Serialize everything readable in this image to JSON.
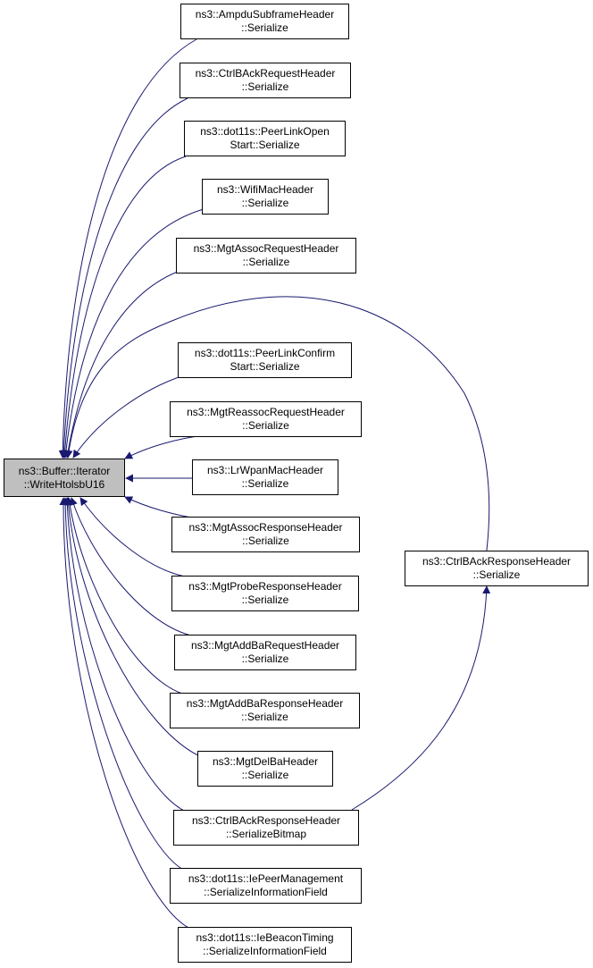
{
  "colors": {
    "edge": "#191970",
    "root_fill": "#bfbfbf",
    "node_fill": "#ffffff",
    "border": "#000000"
  },
  "root": {
    "line1": "ns3::Buffer::Iterator",
    "line2": "::WriteHtolsbU16"
  },
  "callers": [
    {
      "line1": "ns3::AmpduSubframeHeader",
      "line2": "::Serialize"
    },
    {
      "line1": "ns3::CtrlBAckRequestHeader",
      "line2": "::Serialize"
    },
    {
      "line1": "ns3::dot11s::PeerLinkOpen",
      "line2": "Start::Serialize"
    },
    {
      "line1": "ns3::WifiMacHeader",
      "line2": "::Serialize"
    },
    {
      "line1": "ns3::MgtAssocRequestHeader",
      "line2": "::Serialize"
    },
    {
      "line1": "ns3::dot11s::PeerLinkConfirm",
      "line2": "Start::Serialize"
    },
    {
      "line1": "ns3::MgtReassocRequestHeader",
      "line2": "::Serialize"
    },
    {
      "line1": "ns3::LrWpanMacHeader",
      "line2": "::Serialize"
    },
    {
      "line1": "ns3::MgtAssocResponseHeader",
      "line2": "::Serialize"
    },
    {
      "line1": "ns3::MgtProbeResponseHeader",
      "line2": "::Serialize"
    },
    {
      "line1": "ns3::MgtAddBaRequestHeader",
      "line2": "::Serialize"
    },
    {
      "line1": "ns3::MgtAddBaResponseHeader",
      "line2": "::Serialize"
    },
    {
      "line1": "ns3::MgtDelBaHeader",
      "line2": "::Serialize"
    },
    {
      "line1": "ns3::CtrlBAckResponseHeader",
      "line2": "::SerializeBitmap"
    },
    {
      "line1": "ns3::dot11s::IePeerManagement",
      "line2": "::SerializeInformationField"
    },
    {
      "line1": "ns3::dot11s::IeBeaconTiming",
      "line2": "::SerializeInformationField"
    }
  ],
  "secondary_caller": {
    "line1": "ns3::CtrlBAckResponseHeader",
    "line2": "::Serialize"
  }
}
